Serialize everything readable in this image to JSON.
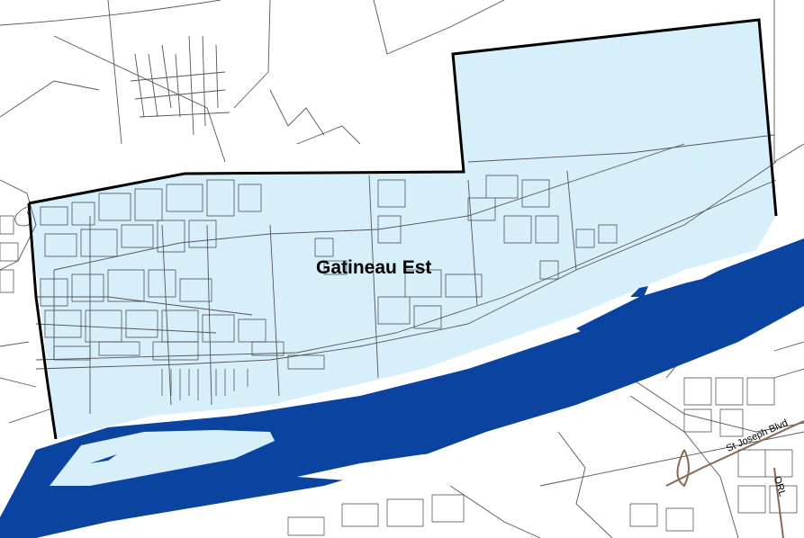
{
  "map": {
    "region_label": "Gatineau Est",
    "street_labels": [
      "St Joseph Blvd",
      "ORL"
    ]
  },
  "colors": {
    "region_fill": "#d6effa",
    "boundary": "#000000",
    "water": "#0a44a0",
    "roads": "#3a3a3a",
    "major_roads": "#8a6a55",
    "background": "#ffffff"
  }
}
